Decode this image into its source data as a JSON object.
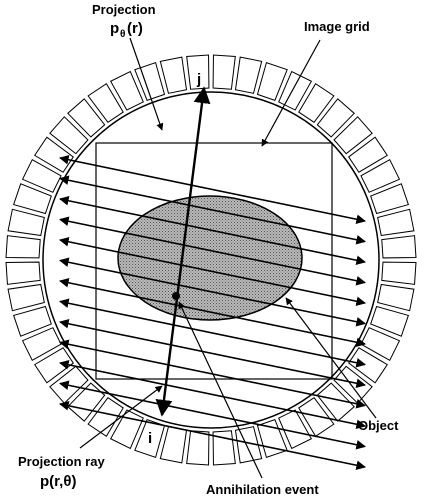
{
  "labels": {
    "projection_title": "Projection",
    "projection_symbol": "p",
    "projection_subscript": "θ",
    "projection_arg": "(r)",
    "image_grid": "Image grid",
    "object": "Object",
    "projection_ray_title": "Projection ray",
    "projection_ray_symbol": "p(r,θ)",
    "annihilation_event": "Annihilation event",
    "detector_j": "j",
    "detector_i": "i"
  },
  "colors": {
    "stroke": "#000000",
    "object_fill": "#a8a8a8",
    "background": "#ffffff"
  }
}
